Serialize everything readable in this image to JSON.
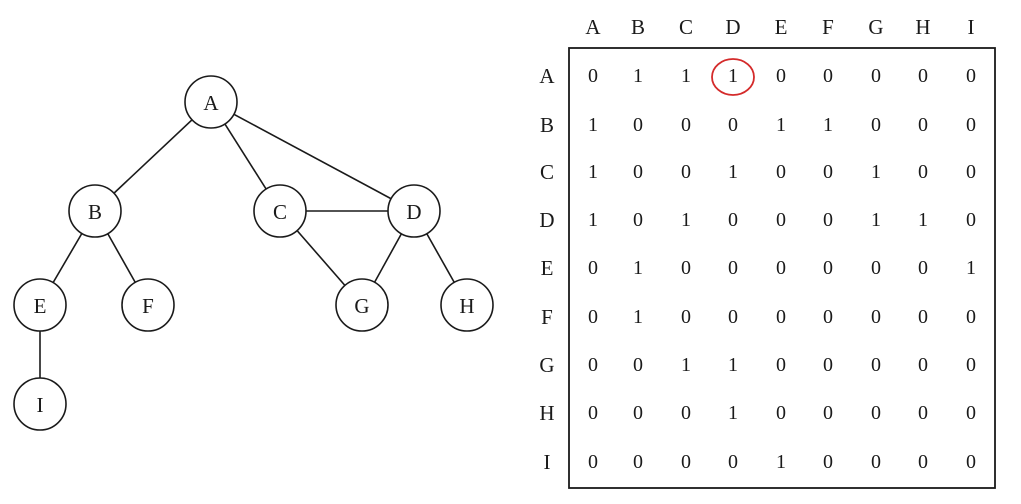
{
  "graph": {
    "nodes": [
      "A",
      "B",
      "C",
      "D",
      "E",
      "F",
      "G",
      "H",
      "I"
    ],
    "edges": [
      [
        "A",
        "B"
      ],
      [
        "A",
        "C"
      ],
      [
        "A",
        "D"
      ],
      [
        "B",
        "E"
      ],
      [
        "B",
        "F"
      ],
      [
        "C",
        "D"
      ],
      [
        "C",
        "G"
      ],
      [
        "D",
        "G"
      ],
      [
        "D",
        "H"
      ],
      [
        "E",
        "I"
      ]
    ]
  },
  "matrix": {
    "col_headers": [
      "A",
      "B",
      "C",
      "D",
      "E",
      "F",
      "G",
      "H",
      "I"
    ],
    "row_headers": [
      "A",
      "B",
      "C",
      "D",
      "E",
      "F",
      "G",
      "H",
      "I"
    ],
    "values": [
      [
        0,
        1,
        1,
        1,
        0,
        0,
        0,
        0,
        0
      ],
      [
        1,
        0,
        0,
        0,
        1,
        1,
        0,
        0,
        0
      ],
      [
        1,
        0,
        0,
        1,
        0,
        0,
        1,
        0,
        0
      ],
      [
        1,
        0,
        1,
        0,
        0,
        0,
        1,
        1,
        0
      ],
      [
        0,
        1,
        0,
        0,
        0,
        0,
        0,
        0,
        1
      ],
      [
        0,
        1,
        0,
        0,
        0,
        0,
        0,
        0,
        0
      ],
      [
        0,
        0,
        1,
        1,
        0,
        0,
        0,
        0,
        0
      ],
      [
        0,
        0,
        0,
        1,
        0,
        0,
        0,
        0,
        0
      ],
      [
        0,
        0,
        0,
        0,
        1,
        0,
        0,
        0,
        0
      ]
    ],
    "highlight": {
      "row": 0,
      "col": 3,
      "color": "#d42a2a"
    }
  }
}
